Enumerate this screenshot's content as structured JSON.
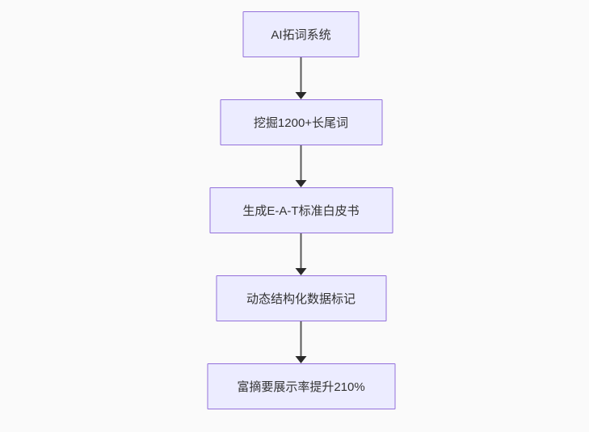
{
  "diagram": {
    "type": "flowchart",
    "direction": "top-to-bottom",
    "colors": {
      "background": "#FAFAFA",
      "node_fill": "#ECECFF",
      "node_border": "#9370DB",
      "node_text": "#333333",
      "arrow_line": "#5B5B5B",
      "arrow_head": "#2A2A2A"
    },
    "nodes": [
      {
        "id": "n1",
        "label": "AI拓词系统"
      },
      {
        "id": "n2",
        "label": "挖掘1200+长尾词"
      },
      {
        "id": "n3",
        "label": "生成E-A-T标准白皮书"
      },
      {
        "id": "n4",
        "label": "动态结构化数据标记"
      },
      {
        "id": "n5",
        "label": "富摘要展示率提升210%"
      }
    ],
    "edges": [
      {
        "from": "n1",
        "to": "n2",
        "style": "arrow-down"
      },
      {
        "from": "n2",
        "to": "n3",
        "style": "arrow-down"
      },
      {
        "from": "n3",
        "to": "n4",
        "style": "arrow-down"
      },
      {
        "from": "n4",
        "to": "n5",
        "style": "arrow-down"
      }
    ]
  }
}
